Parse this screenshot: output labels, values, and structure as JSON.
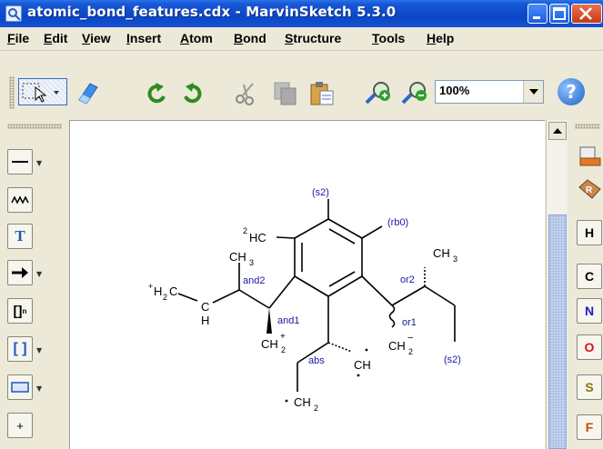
{
  "window": {
    "title": "atomic_bond_features.cdx - MarvinSketch 5.3.0"
  },
  "menu": [
    "File",
    "Edit",
    "View",
    "Insert",
    "Atom",
    "Bond",
    "Structure",
    "Tools",
    "Help"
  ],
  "toolbar": {
    "zoom_value": "100%",
    "help_label": "?",
    "icons": [
      "select-lasso-icon",
      "eraser-icon",
      "undo-icon",
      "redo-icon",
      "cut-icon",
      "copy-icon",
      "paste-icon",
      "zoom-in-icon",
      "zoom-out-icon"
    ]
  },
  "left_tools": {
    "text_label": "T",
    "brackets_label": "[]",
    "brackets_sub": "n",
    "sq_bracket_label": "[ ]",
    "plus_label": "+"
  },
  "right_elements": [
    "H",
    "C",
    "N",
    "O",
    "S",
    "F"
  ],
  "element_colors": {
    "H": "#000000",
    "C": "#000000",
    "N": "#2020c0",
    "O": "#e01010",
    "S": "#8a7a00",
    "F": "#c05000"
  },
  "molecule": {
    "labels": {
      "s2_top": "(s2)",
      "rb0": "(rb0)",
      "hc_charge": "2",
      "hc": "HC",
      "ch3_left": "CH",
      "ch3_left_sub": "3",
      "and2": "and2",
      "h2c_charge": "+",
      "h2c": "H",
      "h2c_sub": "2",
      "h2c_c": "C",
      "c_mid": "C",
      "h_mid": "H",
      "and1": "and1",
      "ch2_plus": "CH",
      "ch2_plus_sub": "2",
      "ch2_plus_charge": "+",
      "abs": "abs",
      "ch_rad": "CH",
      "ch3_right": "CH",
      "ch3_right_sub": "3",
      "or2": "or2",
      "or1": "or1",
      "ch2_minus": "CH",
      "ch2_minus_sub": "2",
      "ch2_minus_charge": "−",
      "s2_bottom": "(s2)",
      "ch2_bottom": "CH",
      "ch2_bottom_sub": "2"
    }
  }
}
